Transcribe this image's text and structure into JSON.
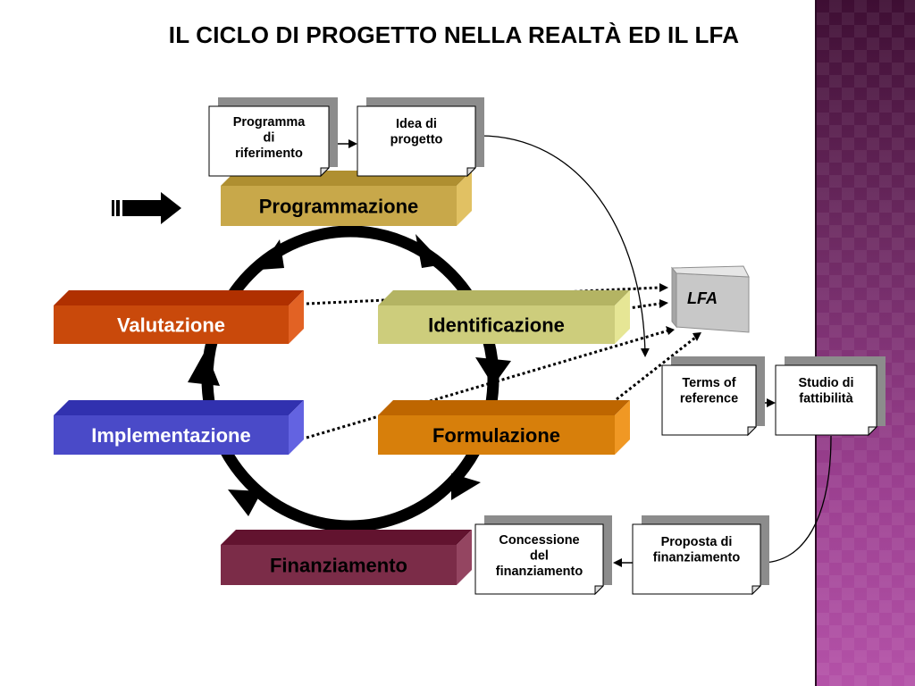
{
  "title": "IL CICLO DI PROGETTO NELLA REALTÀ ED IL LFA",
  "colors": {
    "programmazione": "#c8a84a",
    "identificazione": "#cdcd7c",
    "formulazione": "#d77f0b",
    "finanziamento": "#7b2c48",
    "implementazione": "#4a4ac8",
    "valutazione": "#c9490b",
    "lfa": "#c8c8c8",
    "sidebar": "#7a2e6f"
  },
  "stages": {
    "programmazione": "Programmazione",
    "identificazione": "Identificazione",
    "formulazione": "Formulazione",
    "finanziamento": "Finanziamento",
    "implementazione": "Implementazione",
    "valutazione": "Valutazione"
  },
  "documents": {
    "programma": [
      "Programma",
      "di",
      "riferimento"
    ],
    "idea": [
      "Idea di",
      "progetto"
    ],
    "terms": [
      "Terms of",
      "reference"
    ],
    "studio": [
      "Studio di",
      "fattibilità"
    ],
    "concessione": [
      "Concessione",
      "del",
      "finanziamento"
    ],
    "proposta": [
      "Proposta di",
      "finanziamento"
    ]
  },
  "lfa_label": "LFA",
  "icons": {
    "start": "striped-right-arrow-icon",
    "cycle": "cycle-arrows-icon"
  }
}
